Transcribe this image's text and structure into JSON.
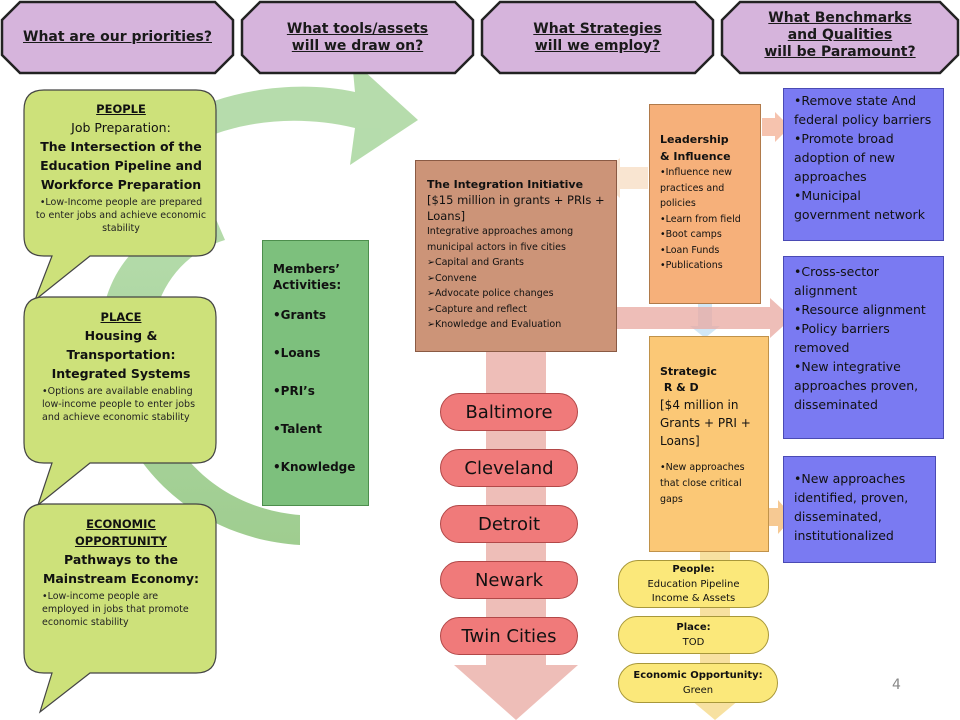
{
  "headers": [
    {
      "lines": [
        "What are our priorities?"
      ]
    },
    {
      "lines": [
        "What tools/assets",
        "will we draw on?"
      ]
    },
    {
      "lines": [
        "What Strategies",
        "will we employ?"
      ]
    },
    {
      "lines": [
        "What Benchmarks",
        "and Qualities",
        "will be Paramount?"
      ]
    }
  ],
  "bubbles": [
    {
      "title": "PEOPLE",
      "subtitle": [
        "Job Preparation:",
        "The Intersection of the",
        "Education Pipeline and",
        "Workforce Preparation"
      ],
      "bullet": "•Low-Income people are prepared to enter jobs and achieve economic stability"
    },
    {
      "title": "PLACE",
      "subtitle": [
        "Housing &",
        "Transportation:",
        "Integrated Systems"
      ],
      "bullet": "•Options are available enabling low-income people to enter jobs and achieve economic stability"
    },
    {
      "title": "ECONOMIC OPPORTUNITY",
      "subtitle": [
        "Pathways to the",
        "Mainstream Economy:"
      ],
      "bullet": "•Low-income people are employed in jobs that promote economic stability"
    }
  ],
  "members": {
    "title": "Members’ Activities:",
    "items": [
      "•Grants",
      "•Loans",
      "•PRI’s",
      "•Talent",
      "•Knowledge"
    ]
  },
  "integration": {
    "title": "The Integration Initiative",
    "subtitle": "[$15 million in grants + PRIs + Loans]",
    "description": "Integrative approaches among municipal actors in five cities",
    "bullets": [
      "Capital and Grants",
      "Convene",
      "Advocate police changes",
      "Capture and reflect",
      "Knowledge and Evaluation"
    ]
  },
  "leadership": {
    "title": [
      "Leadership",
      "& Influence"
    ],
    "bullets": [
      "•Influence new practices and policies",
      "•Learn from field",
      "•Boot camps",
      "•Loan Funds",
      "•Publications"
    ]
  },
  "strategic": {
    "title": [
      "Strategic",
      " R & D"
    ],
    "subtitle": "[$4 million in Grants + PRI + Loans]",
    "bullet": "•New approaches that close critical gaps"
  },
  "benchmarks": [
    {
      "items": [
        "•Remove state And federal policy barriers",
        "•Promote broad adoption of new approaches",
        "•Municipal government network"
      ]
    },
    {
      "items": [
        "•Cross-sector alignment",
        "•Resource alignment",
        "•Policy barriers removed",
        "•New integrative approaches proven, disseminated"
      ]
    },
    {
      "items": [
        "•New approaches identified, proven, disseminated, institutionalized"
      ]
    }
  ],
  "cities": [
    "Baltimore",
    "Cleveland",
    "Detroit",
    "Newark",
    "Twin Cities"
  ],
  "strategies": [
    {
      "title": "People:",
      "lines": [
        "Education Pipeline",
        "Income & Assets"
      ]
    },
    {
      "title": "Place:",
      "lines": [
        "TOD"
      ]
    },
    {
      "title": "Economic Opportunity:",
      "lines": [
        "Green"
      ]
    }
  ],
  "page_number": "4",
  "colors": {
    "header_fill": "#d6b4dc",
    "bubble_fill": "#cde17a",
    "cycle_arrow": "#9fce8f",
    "members_fill": "#7dc07d",
    "integration_fill": "#cc9478",
    "leadership_fill": "#f6b07a",
    "strategic_fill": "#fbc876",
    "benchmark_fill": "#7a7af2",
    "city_fill": "#f07a7a",
    "strategy_fill": "#fbe87a"
  }
}
